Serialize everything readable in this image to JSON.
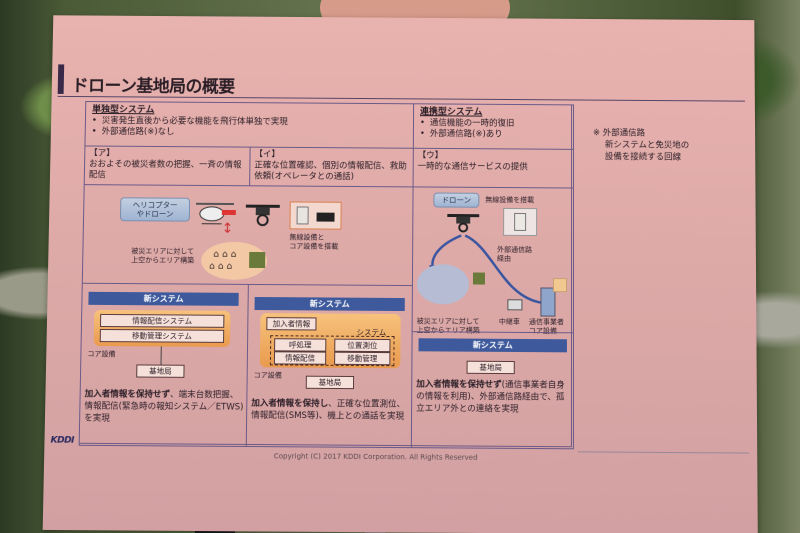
{
  "slide": {
    "title": "ドローン基地局の概要",
    "standalone": {
      "heading": "単独型システム",
      "bullets": [
        "災害発生直後から必要な機能を飛行体単独で実現",
        "外部通信路(※)なし"
      ]
    },
    "linked": {
      "heading": "連携型システム",
      "bullets": [
        "通信機能の一時的復旧",
        "外部通信路(※)あり"
      ]
    },
    "note": {
      "mark": "※",
      "lines": [
        "外部通信路",
        "新システムと免災地の",
        "設備を接続する回線"
      ]
    },
    "columns": [
      {
        "tag": "【ア】",
        "text": "おおよその被災者数の把握、一斉の情報配信"
      },
      {
        "tag": "【イ】",
        "text": "正確な位置確認、個別の情報配信、救助依頼(オペレータとの通話)"
      },
      {
        "tag": "【ウ】",
        "text": "一時的な通信サービスの提供"
      }
    ],
    "diagram_left": {
      "pill": "ヘリコプター\nやドローン",
      "carry_label": "無線設備と\nコア設備を搭載",
      "area_label": "被災エリアに対して\n上空からエリア構築"
    },
    "diagram_right": {
      "pill": "ドローン",
      "carry_label": "無線設備を搭載",
      "route_label": "外部通信路\n経由",
      "area_label": "被災エリアに対して\n上空からエリア構築",
      "relay_label": "中継車",
      "carrier_label": "通信事業者\nコア設備"
    },
    "system_a": {
      "header": "新システム",
      "boxes": [
        "情報配信システム",
        "移動管理システム"
      ],
      "core_label": "コア設備",
      "base": "基地局",
      "desc_bold": "加入者情報を保持せず",
      "desc_rest": "、端末台数把握、情報配信(緊急時の報知システム／ETWS)を実現"
    },
    "system_b": {
      "header": "新システム",
      "subscriber": "加入者情報",
      "system_label": "システム",
      "boxes": [
        "呼処理",
        "位置測位",
        "情報配信",
        "移動管理"
      ],
      "core_label": "コア設備",
      "base": "基地局",
      "desc_bold": "加入者情報を保持し",
      "desc_rest": "、正確な位置測位、情報配信(SMS等)、機上との通話を実現"
    },
    "system_c": {
      "header": "新システム",
      "base": "基地局",
      "desc_bold": "加入者情報を保持せず",
      "desc_rest": "(通信事業者自身の情報を利用)、外部通信路経由で、孤立エリア外との連絡を実現"
    },
    "logo": "KDDI",
    "copyright": "Copyright (C) 2017 KDDI Corporation. All Rights Reserved"
  },
  "colors": {
    "paper": "#deaaa8",
    "system_header": "#3e5a9c",
    "core_orange": "#e99a4e",
    "grid_line": "#6b5a88"
  }
}
